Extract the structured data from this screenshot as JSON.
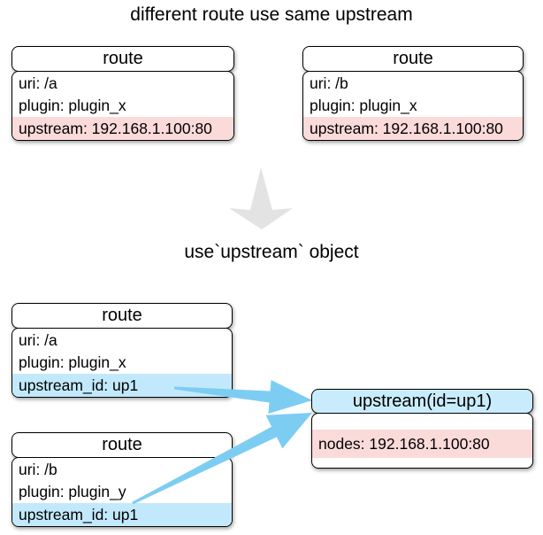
{
  "colors": {
    "pink_highlight": "#fbdada",
    "blue_highlight": "#c2e9fb",
    "header_blue": "#c9ecfc",
    "arrow_blue": "#7dcdf3",
    "gray_arrow": "#e3e3e3",
    "border": "#000000"
  },
  "diagram": {
    "title_top": "different route use same upstream",
    "title_middle": "use`upstream` object",
    "before": {
      "route_a": {
        "header": "route",
        "rows": [
          "uri: /a",
          "plugin: plugin_x",
          "upstream: 192.168.1.100:80"
        ]
      },
      "route_b": {
        "header": "route",
        "rows": [
          "uri: /b",
          "plugin: plugin_x",
          "upstream: 192.168.1.100:80"
        ]
      }
    },
    "after": {
      "route_a": {
        "header": "route",
        "rows": [
          "uri: /a",
          "plugin: plugin_x",
          "upstream_id: up1"
        ]
      },
      "route_b": {
        "header": "route",
        "rows": [
          "uri: /b",
          "plugin: plugin_y",
          "upstream_id: up1"
        ]
      },
      "upstream": {
        "header": "upstream(id=up1)",
        "rows": [
          "nodes: 192.168.1.100:80"
        ]
      }
    }
  }
}
